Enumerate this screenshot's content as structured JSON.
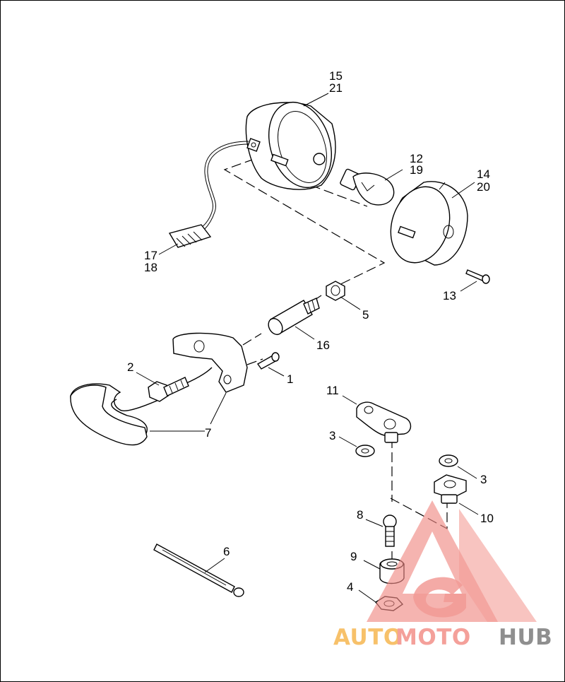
{
  "diagram": {
    "callouts": {
      "c1": "1",
      "c2": "2",
      "c3a": "3",
      "c3b": "3",
      "c4": "4",
      "c5": "5",
      "c6": "6",
      "c7": "7",
      "c8": "8",
      "c9": "9",
      "c10": "10",
      "c11": "11",
      "c12": "12",
      "c19": "19",
      "c13": "13",
      "c14": "14",
      "c20": "20",
      "c15": "15",
      "c21": "21",
      "c16": "16",
      "c17": "17",
      "c18": "18"
    }
  },
  "watermark": {
    "word_auto": "AUTO",
    "word_moto": "MOTO",
    "word_hub": "HUB",
    "colors": {
      "auto": "#f7c16a",
      "moto": "#f4a09a",
      "hub": "#8f8f8f",
      "logo": "#f08a84"
    }
  }
}
